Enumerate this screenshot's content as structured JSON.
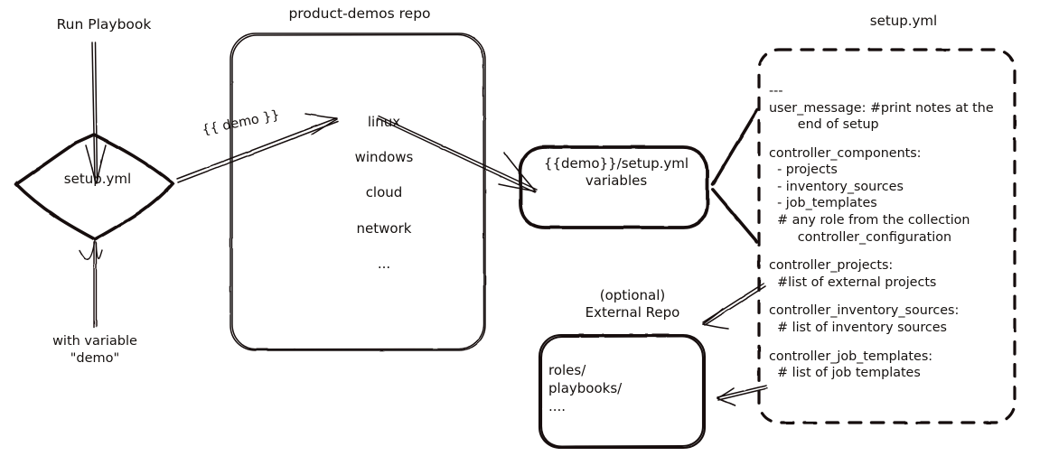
{
  "diagram": {
    "title_run_playbook": "Run Playbook",
    "with_variable": "with variable\n\"demo\"",
    "demo_var_label": "{{ demo }}",
    "decision_node": {
      "label": "setup.yml",
      "shape": "diamond"
    },
    "repo_box": {
      "title": "product-demos repo",
      "items": [
        "linux",
        "windows",
        "cloud",
        "network",
        "..."
      ]
    },
    "variables_box": {
      "line1": "{{demo}}/setup.yml",
      "line2": "variables"
    },
    "external_repo": {
      "title": "(optional)\nExternal Repo",
      "contents": [
        "roles/",
        "playbooks/",
        "...."
      ]
    },
    "setup_yml_panel": {
      "title": "setup.yml",
      "blocks": [
        {
          "lines": [
            "---",
            "user_message: #print notes at the",
            "       end of setup"
          ]
        },
        {
          "lines": [
            "controller_components:",
            "  - projects",
            "  - inventory_sources",
            "  - job_templates",
            "  # any role from the collection",
            "       controller_configuration"
          ]
        },
        {
          "lines": [
            "controller_projects:",
            "  #list of external projects"
          ]
        },
        {
          "lines": [
            "controller_inventory_sources:",
            "  # list of inventory sources"
          ]
        },
        {
          "lines": [
            "controller_job_templates:",
            "  # list of job templates"
          ]
        }
      ]
    },
    "colors": {
      "ink": "#15110f",
      "background": "#ffffff"
    }
  }
}
